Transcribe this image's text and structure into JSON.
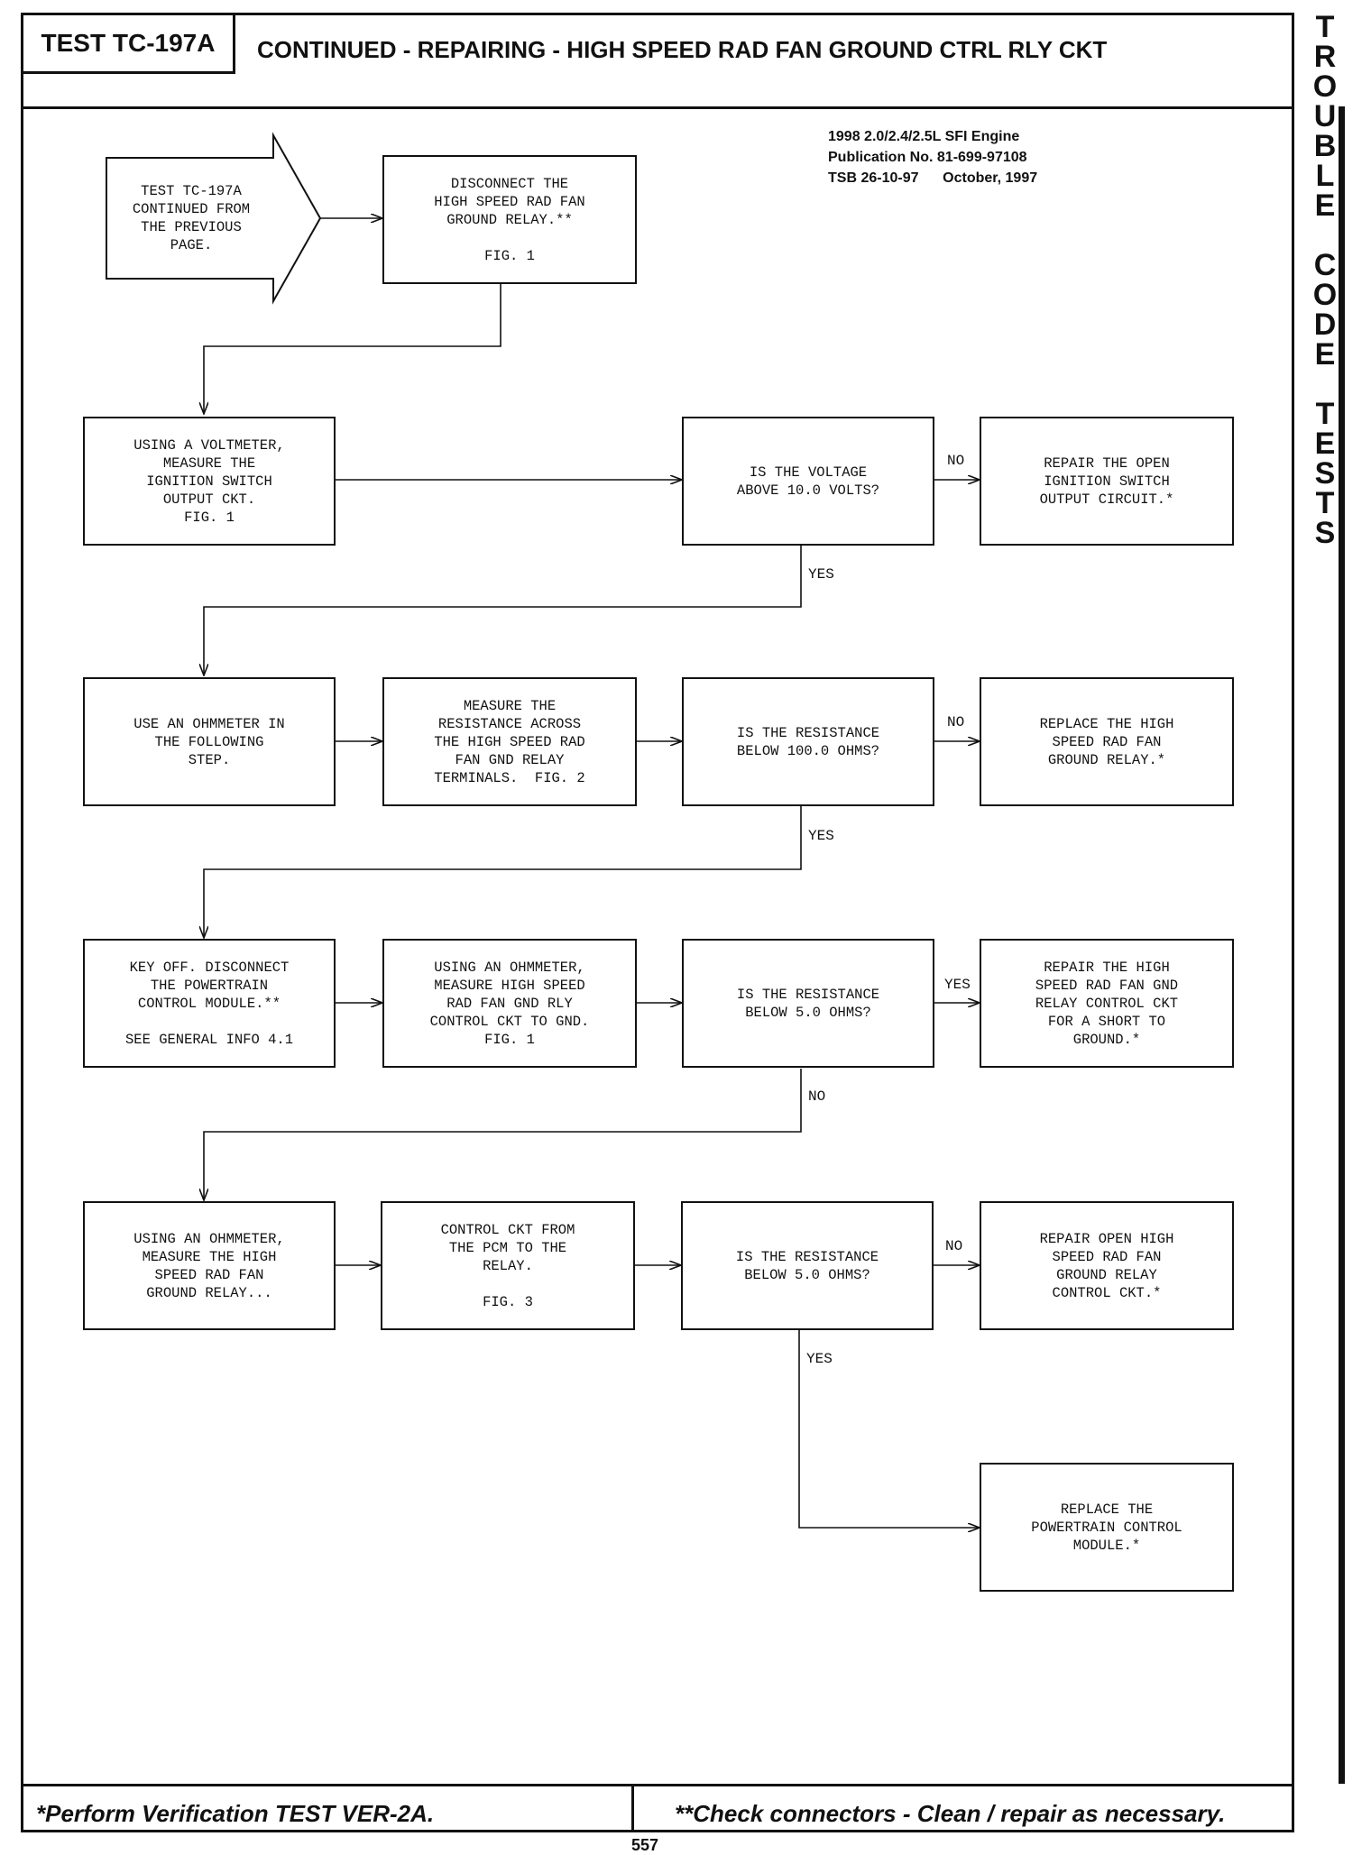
{
  "header": {
    "test_id": "TEST TC-197A",
    "title": "CONTINUED - REPAIRING - HIGH SPEED RAD FAN GROUND CTRL RLY CKT"
  },
  "publication": {
    "line1": "1998 2.0/2.4/2.5L SFI Engine",
    "line2": "Publication No. 81-699-97108",
    "line3": "TSB 26-10-97      October, 1997"
  },
  "sidebar": {
    "letters": [
      "T",
      "R",
      "O",
      "U",
      "B",
      "L",
      "E",
      "",
      "C",
      "O",
      "D",
      "E",
      "",
      "T",
      "E",
      "S",
      "T",
      "S"
    ]
  },
  "flow": {
    "start": "TEST TC-197A\nCONTINUED FROM\nTHE PREVIOUS\nPAGE.",
    "b1": "DISCONNECT THE\nHIGH SPEED RAD FAN\nGROUND RELAY.**\n\nFIG. 1",
    "b2": "USING A VOLTMETER,\nMEASURE THE\nIGNITION SWITCH\nOUTPUT CKT.\nFIG. 1",
    "d1": "IS THE VOLTAGE\nABOVE 10.0 VOLTS?",
    "r1": "REPAIR THE OPEN\nIGNITION SWITCH\nOUTPUT CIRCUIT.*",
    "b3": "USE AN OHMMETER IN\nTHE FOLLOWING\nSTEP.",
    "b4": "MEASURE THE\nRESISTANCE ACROSS\nTHE HIGH SPEED RAD\nFAN GND RELAY\nTERMINALS.  FIG. 2",
    "d2": "IS THE RESISTANCE\nBELOW 100.0 OHMS?",
    "r2": "REPLACE THE HIGH\nSPEED RAD FAN\nGROUND RELAY.*",
    "b5": "KEY OFF. DISCONNECT\nTHE POWERTRAIN\nCONTROL MODULE.**\n\nSEE GENERAL INFO 4.1",
    "b6": "USING AN OHMMETER,\nMEASURE HIGH SPEED\nRAD FAN GND RLY\nCONTROL CKT TO GND.\nFIG. 1",
    "d3": "IS THE RESISTANCE\nBELOW 5.0 OHMS?",
    "r3": "REPAIR THE HIGH\nSPEED RAD FAN GND\nRELAY CONTROL CKT\nFOR A SHORT TO\nGROUND.*",
    "b7": "USING AN OHMMETER,\nMEASURE THE HIGH\nSPEED RAD FAN\nGROUND RELAY...",
    "b8": "CONTROL CKT FROM\nTHE PCM TO THE\nRELAY.\n\nFIG. 3",
    "d4": "IS THE RESISTANCE\nBELOW 5.0 OHMS?",
    "r4": "REPAIR OPEN HIGH\nSPEED RAD FAN\nGROUND RELAY\nCONTROL CKT.*",
    "r5": "REPLACE THE\nPOWERTRAIN CONTROL\nMODULE.*",
    "labels": {
      "d1_no": "NO",
      "d1_yes": "YES",
      "d2_no": "NO",
      "d2_yes": "YES",
      "d3_yes": "YES",
      "d3_no": "NO",
      "d4_no": "NO",
      "d4_yes": "YES"
    }
  },
  "footer": {
    "left": "*Perform Verification TEST VER-2A.",
    "right": "**Check connectors - Clean / repair as necessary.",
    "page": "557"
  }
}
